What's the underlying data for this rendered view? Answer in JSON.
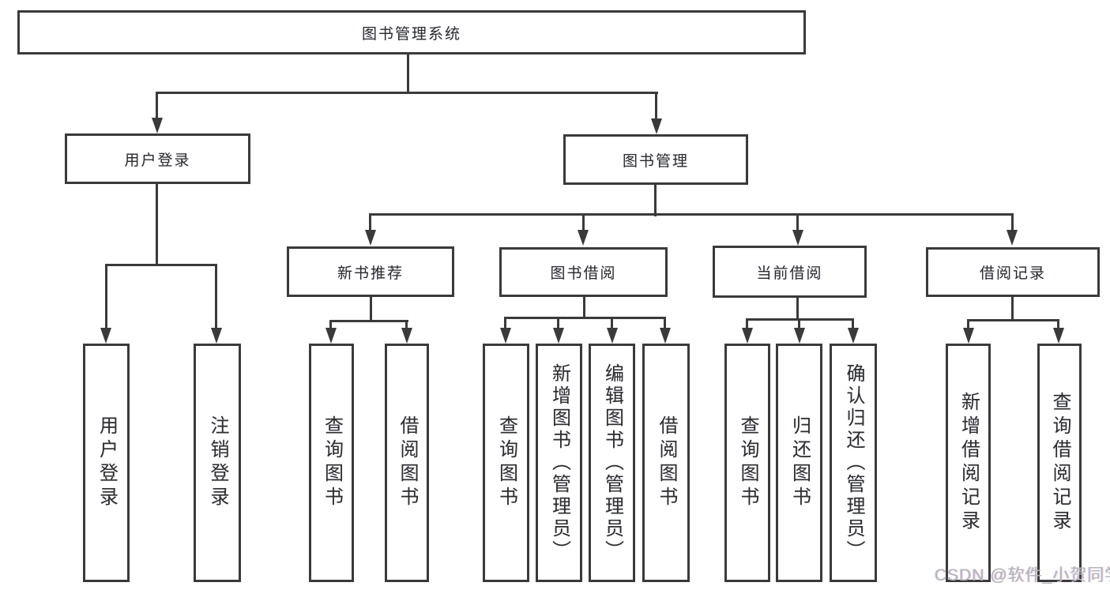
{
  "diagram": {
    "root": "图书管理系统",
    "user_login": "用户登录",
    "book_management": "图书管理",
    "new_book_recommend": "新书推荐",
    "book_borrow": "图书借阅",
    "current_borrow": "当前借阅",
    "borrow_records": "借阅记录",
    "leaves": {
      "user": [
        "用户登录",
        "注销登录"
      ],
      "new_books": [
        "查询图书",
        "借阅图书"
      ],
      "book_borrow": [
        "查询图书",
        "新增图书（管理员）",
        "编辑图书（管理员）",
        "借阅图书"
      ],
      "current": [
        "查询图书",
        "归还图书",
        "确认归还（管理员）"
      ],
      "records": [
        "新增借阅记录",
        "查询借阅记录"
      ]
    }
  },
  "watermark": {
    "text": "CSDN @软件_小贺同学"
  },
  "colors": {
    "line": "#3a3a3a",
    "text": "#2d2d2d",
    "background": "#ffffff",
    "watermark": "#b2b5ba"
  }
}
